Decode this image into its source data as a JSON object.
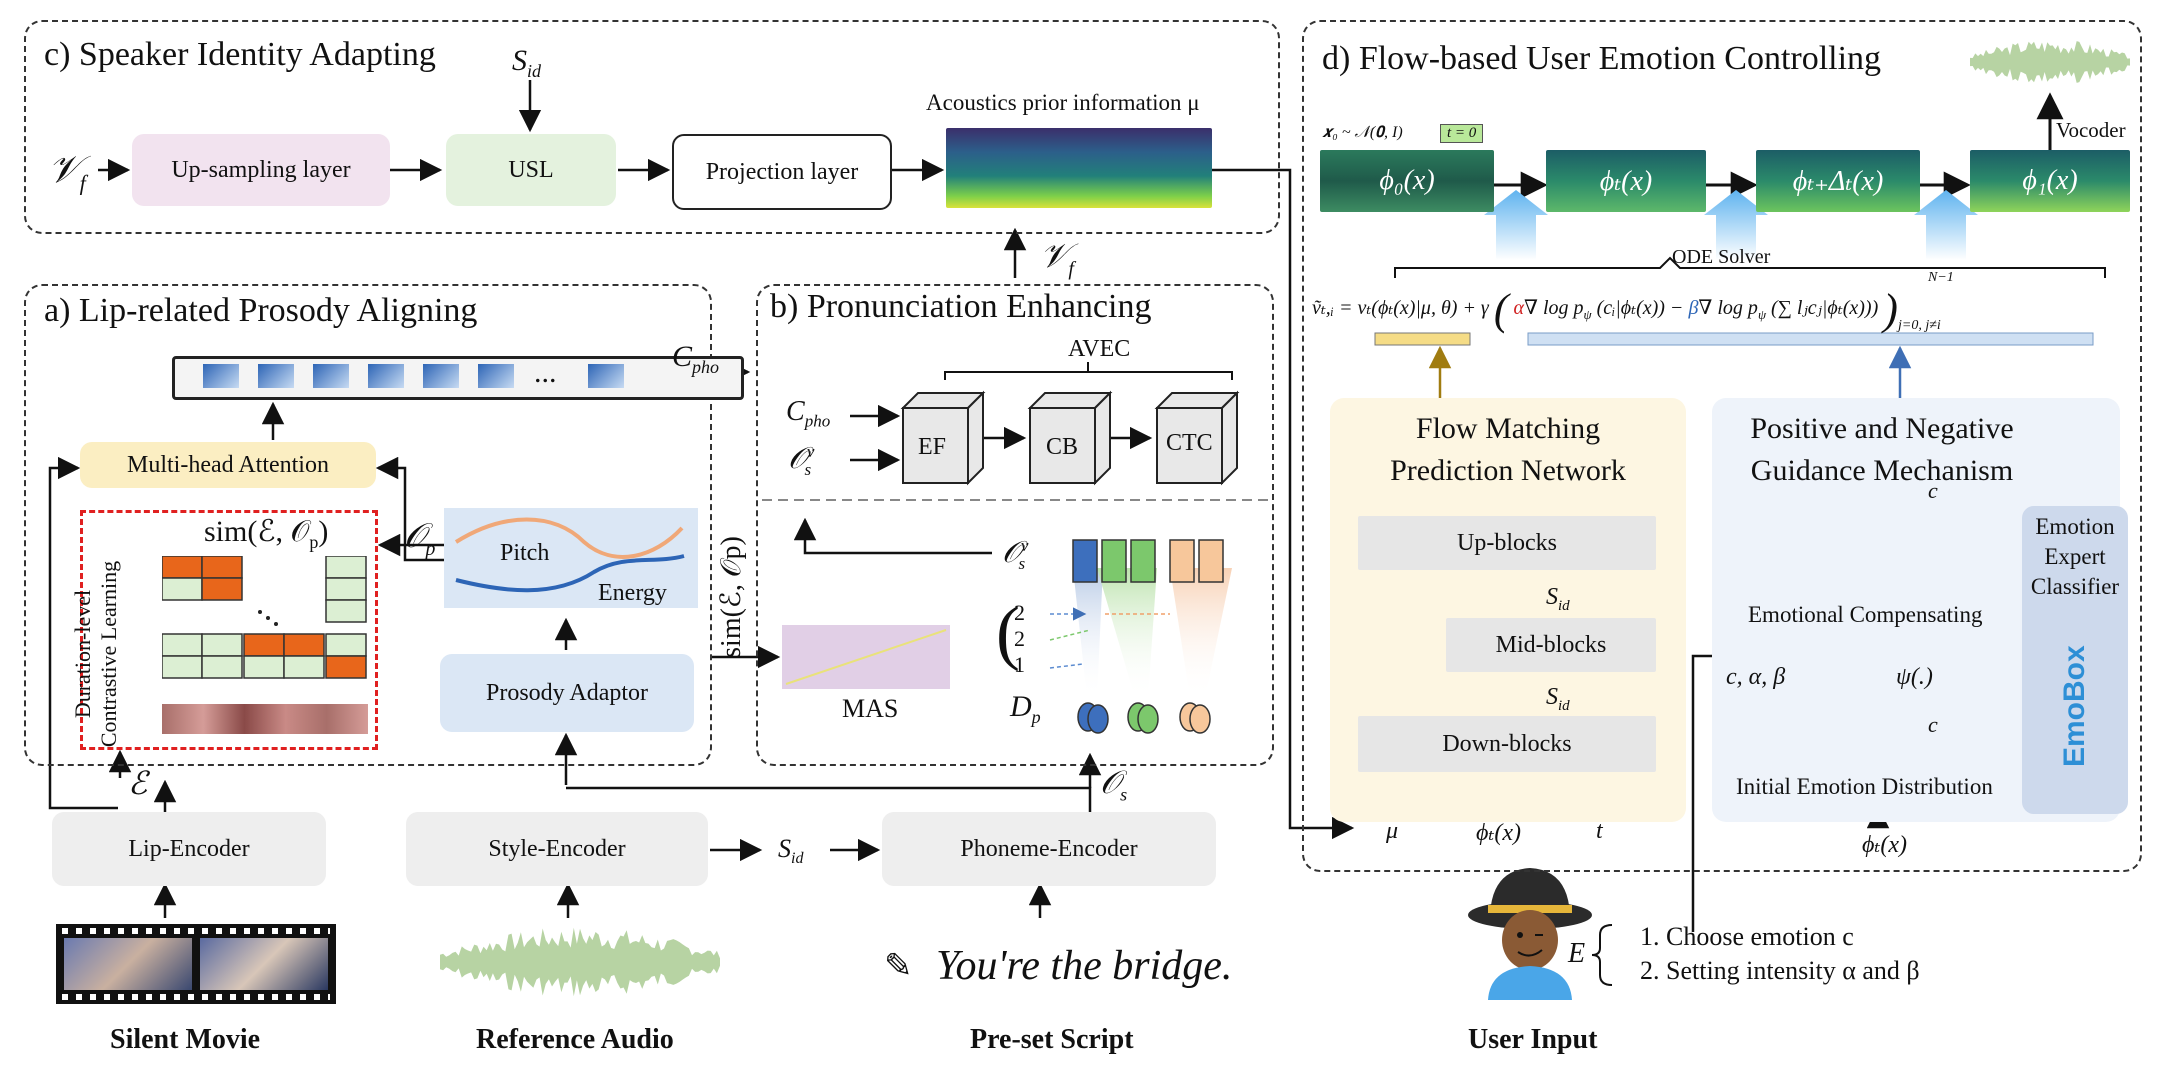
{
  "panels": {
    "c_title": "c) Speaker Identity Adapting",
    "a_title": "a) Lip-related Prosody Aligning",
    "b_title": "b) Pronunciation Enhancing",
    "d_title": "d) Flow-based User Emotion Controlling"
  },
  "panel_c": {
    "vf_label": "𝒱",
    "vf_sub": "f",
    "sid_label": "S",
    "sid_sub": "id",
    "upsampling": "Up-sampling layer",
    "usl": "USL",
    "projection": "Projection layer",
    "acoustics_prior": "Acoustics prior information  μ"
  },
  "vf_mid_label": "𝒱",
  "vf_mid_sub": "f",
  "panel_a": {
    "cpho": "C",
    "cpho_sub": "pho",
    "ellipsis": "...",
    "mha": "Multi-head Attention",
    "sim_label": "sim(ℰ, 𝒪",
    "sim_sub": "p",
    "sim_close": ")",
    "dur_line1": "Duration-level",
    "dur_line2": "Contrastive Learning",
    "op_label": "𝒪",
    "op_sub": "p",
    "pitch": "Pitch",
    "energy": "Energy",
    "prosody_adaptor": "Prosody Adaptor",
    "e_label": "ℰ",
    "sim_vertical": "sim(ℰ, 𝒪p)"
  },
  "panel_b": {
    "avec": "AVEC",
    "cpho": "C",
    "cpho_sub": "pho",
    "osv": "𝒪",
    "osv_sup": "v",
    "osv_sub": "s",
    "ef": "EF",
    "cb": "CB",
    "ctc": "CTC",
    "osv2": "𝒪",
    "osv2_sup": "v",
    "osv2_sub": "s",
    "mas": "MAS",
    "dp": "D",
    "dp_sub": "p",
    "durations": [
      "2",
      "2",
      "1"
    ],
    "os": "𝒪",
    "os_sub": "s"
  },
  "encoders": {
    "lip": "Lip-Encoder",
    "style": "Style-Encoder",
    "phoneme": "Phoneme-Encoder",
    "sid": "S",
    "sid_sub": "id"
  },
  "bottom_labels": {
    "silent_movie": "Silent Movie",
    "reference_audio": "Reference Audio",
    "preset_script": "Pre-set Script",
    "script_text": "You're the bridge.",
    "user_input": "User Input"
  },
  "panel_d": {
    "x0": "𝒙₀ ~ 𝒩(𝟎, I)",
    "t0": "t = 0",
    "vocoder": "Vocoder",
    "phi0": "ϕ₀(x)",
    "phit": "ϕₜ(x)",
    "phitdt": "ϕₜ₊Δₜ(x)",
    "phi1": "ϕ₁(x)",
    "ode": "ODE Solver",
    "eq_lhs": "ṽₜ,ᵢ = vₜ(ϕₜ(x)|μ, θ) + γ",
    "eq_alpha": "α",
    "eq_mid": "∇ log p",
    "eq_part1": "(cᵢ|ϕₜ(x)) −",
    "eq_beta": "β",
    "eq_part2": "∇ log p",
    "eq_sum": "(∑ lⱼcⱼ|ϕₜ(x)))",
    "eq_sum_top": "N−1",
    "eq_sum_bot": "j=0, j≠i",
    "psi_sub": "ψ",
    "fm_title_1": "Flow Matching",
    "fm_title_2": "Prediction Network",
    "up_blocks": "Up-blocks",
    "mid_blocks": "Mid-blocks",
    "down_blocks": "Down-blocks",
    "sid1": "S",
    "sid1_sub": "id",
    "sid2": "S",
    "sid2_sub": "id",
    "in_mu": "μ",
    "in_phi": "ϕₜ(x)",
    "in_t": "t",
    "pn_title_1": "Positive and Negative",
    "pn_title_2": "Guidance Mechanism",
    "emo_comp": "Emotional Compensating",
    "init_dist": "Initial Emotion Distribution",
    "c_top": "c",
    "c_mid": "c",
    "cab": "c, α,  β",
    "psi": "ψ(.)",
    "phi_below": "ϕₜ(x)",
    "expert_1": "Emotion",
    "expert_2": "Expert",
    "expert_3": "Classifier",
    "emobox": "EmoBox"
  },
  "user": {
    "e": "E",
    "step1": "1. Choose emotion c",
    "step2": "2. Setting intensity α and β"
  },
  "colors": {
    "pink": "#f2e3ef",
    "green_light": "#e4f2de",
    "yellow": "#fbeec2",
    "blue_light": "#dbe7f5",
    "grey": "#eeeeee",
    "orange": "#e8661b",
    "red_dash": "#e02020",
    "emo_blue": "#4b72c6",
    "emo_green": "#b9e89a",
    "emo_orange": "#f08a3a",
    "fm_bg": "#fdf6e2",
    "pn_bg": "#eef3fa"
  }
}
